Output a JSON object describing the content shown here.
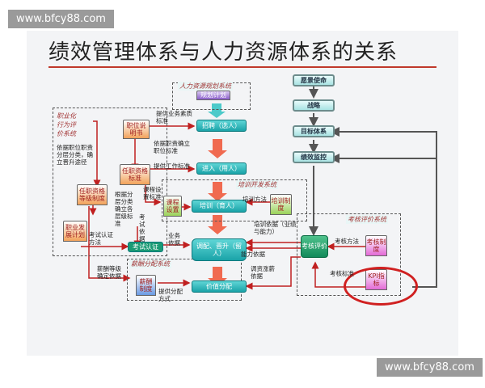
{
  "watermark": "www.bfcy88.com",
  "title": "绩效管理体系与人力资源体系的关系",
  "sections": {
    "hr_planning": "人力资源规划系统",
    "career": "职业化行为评价系统",
    "training": "培训开发系统",
    "compensation": "薪酬分配系统",
    "appraisal": "考核评价系统"
  },
  "nodes": {
    "plan": "规划计划",
    "recruit": "招聘（选人）",
    "enter": "进入（用人）",
    "train": "培训（育人）",
    "promote": "调配、晋升（留人）",
    "value": "价值分配",
    "exam": "考试认证",
    "job_desc": "职位说明书",
    "qual_std": "任职资格标准",
    "qual_level": "任职资格等级制度",
    "career_plan": "职业发展计划",
    "course": "课程设置",
    "train_sys": "培训制度",
    "pay_sys": "薪酬制度",
    "evaluate": "考核评价",
    "eval_sys": "考核制度",
    "kpi": "KPI指标",
    "vision": "愿景使命",
    "strategy": "战略",
    "goals": "目标体系",
    "monitor": "绩效监控"
  },
  "edges": {
    "e1": "提供业务素质标准",
    "e2": "依据职责确立职位标准",
    "e3": "依据职位职责分层分类，确立晋升途径",
    "e4": "提供工作标准",
    "e5": "课程设置标准",
    "e6": "根据分层分类确立各层级标准",
    "e7": "考试依据",
    "e8": "考试认证方法",
    "e9": "业务依据",
    "e10": "培训方法",
    "e11": "培训依据（业绩与能力）",
    "e12": "能力依据",
    "e13": "调资涨薪依据",
    "e14": "薪酬等级确定依据",
    "e15": "提供分配方式",
    "e16": "考核方法",
    "e17": "考核标准"
  }
}
